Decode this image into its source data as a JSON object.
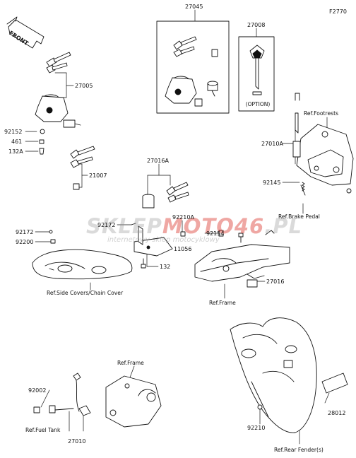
{
  "figure_code": "F2770",
  "front_marker": "FRONT",
  "watermark": {
    "brand_a": "SKLEP",
    "brand_b": "MOTO46",
    "brand_c": ".PL",
    "subtitle": "internetowy sklep motocyklowy"
  },
  "option_note": "(OPTION)",
  "parts": {
    "p27045": "27045",
    "p27008": "27008",
    "p27005": "27005",
    "p92152": "92152",
    "p461": "461",
    "p132a_top": "132A",
    "p21007": "21007",
    "p27016a": "27016A",
    "p92172_left": "92172",
    "p92200": "92200",
    "p92172_mid": "92172",
    "p92210a": "92210A",
    "p92154": "92154",
    "p11056": "11056",
    "p132": "132",
    "p27016": "27016",
    "p27010a": "27010A",
    "p92145": "92145",
    "p92002": "92002",
    "p27010": "27010",
    "p92210": "92210",
    "p28012": "28012"
  },
  "refs": {
    "footrests": "Ref.Footrests",
    "brake_pedal": "Ref.Brake Pedal",
    "side_covers": "Ref.Side Covers/Chain Cover",
    "frame_mid": "Ref.Frame",
    "frame_bottom": "Ref.Frame",
    "fuel_tank": "Ref.Fuel Tank",
    "rear_fender": "Ref.Rear Fender(s)"
  }
}
